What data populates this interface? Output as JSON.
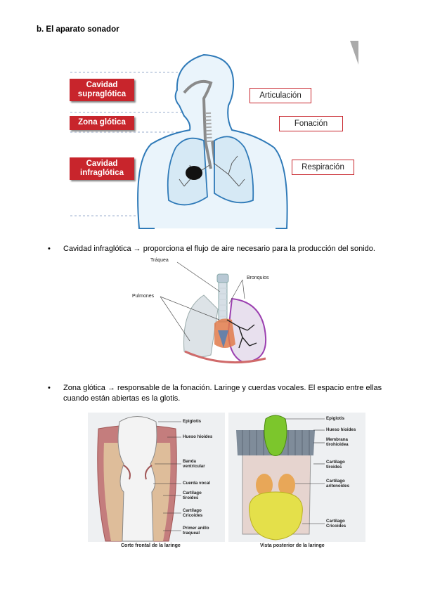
{
  "heading": "b.  El aparato sonador",
  "figure1": {
    "zones": [
      {
        "text": "Cavidad supraglótica"
      },
      {
        "text": "Zona glótica"
      },
      {
        "text": "Cavidad infraglótica"
      }
    ],
    "functions": [
      "Articulación",
      "Fonación",
      "Respiración"
    ]
  },
  "bullets": [
    {
      "symbol": "•",
      "text": "Cavidad infraglótica → proporciona el flujo de aire necesario para la producción del sonido."
    },
    {
      "symbol": "•",
      "text": "Zona glótica → responsable de la fonación. Laringe y cuerdas vocales. El espacio entre ellas cuando están abiertas es la glotis."
    }
  ],
  "figure2": {
    "labels": {
      "traquea": "Tráquea",
      "bronquios": "Bronquios",
      "pulmones": "Pulmones"
    }
  },
  "figure3": {
    "left_labels": [
      "Epiglotis",
      "Hueso hioides",
      "Banda ventricular",
      "Cuerda vocal",
      "Cartílago tiroides",
      "Cartílago Cricoides",
      "Primer anillo traqueal"
    ],
    "right_labels": [
      "Epiglotis",
      "Hueso hioides",
      "Membrana tirohioidea",
      "Cartílago tiroides",
      "Cartílago aritenoides",
      "Cartílago Cricoides"
    ],
    "left_caption": "Corte frontal de la laringe",
    "right_caption": "Vista posterior de la laringe"
  }
}
